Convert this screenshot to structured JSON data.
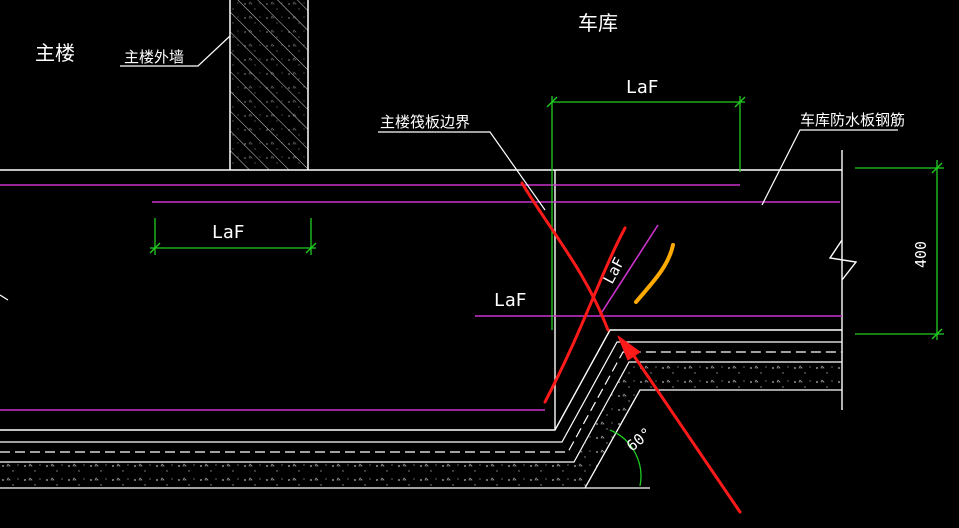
{
  "labels": {
    "main_building": "主楼",
    "main_outer_wall": "主楼外墙",
    "garage": "车库",
    "raft_boundary": "主楼筏板边界",
    "garage_waterproof_rebar": "车库防水板钢筋"
  },
  "dimensions": {
    "laf_top": "LaF",
    "laf_left": "LaF",
    "laf_mid": "LaF",
    "laf_diag": "LaF",
    "thickness": "400",
    "angle": "60°"
  },
  "colors": {
    "background": "#000000",
    "line": "#ffffff",
    "rebar": "#cc33cc",
    "dimension": "#22cc22",
    "annotation_red": "#ff1a1a",
    "annotation_yellow": "#ffaa00"
  }
}
